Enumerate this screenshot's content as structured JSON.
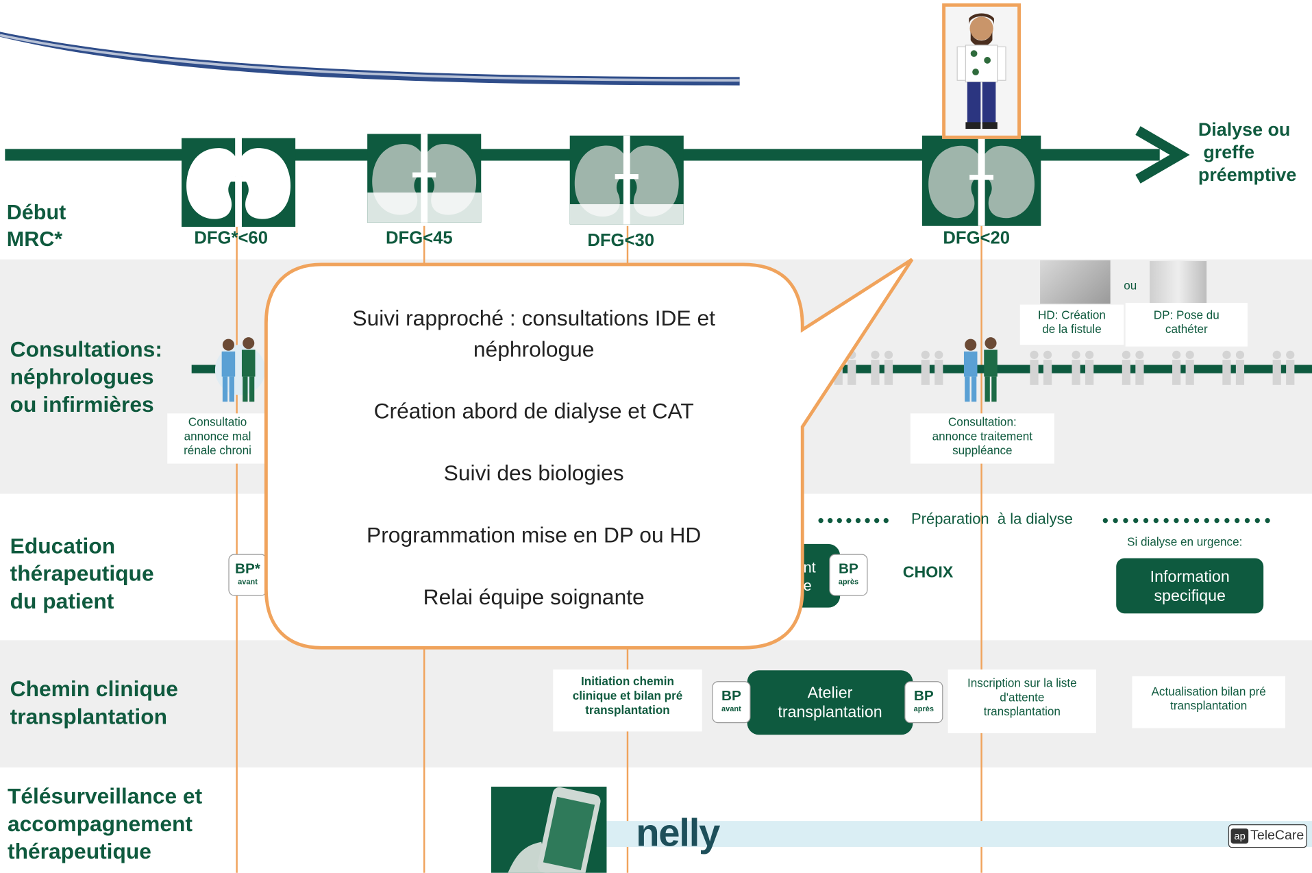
{
  "timeline": {
    "end_label": [
      "Dialyse ou",
      " greffe",
      "préemptive"
    ],
    "start_label": [
      "Début",
      "MRC*"
    ],
    "stages": [
      "DFG*<60",
      "DFG<45",
      "DFG<30",
      "DFG<20"
    ]
  },
  "rows": {
    "consultations": [
      "Consultations:",
      "néphrologues",
      "ou infirmières"
    ],
    "education": [
      "Education",
      "thérapeutique",
      "du patient"
    ],
    "chemin": [
      "Chemin clinique",
      "transplantation"
    ],
    "telesurveillance": [
      "Télésurveillance et",
      "accompagnement",
      "thérapeutique"
    ]
  },
  "consult": {
    "first": [
      "Consultatio",
      "annonce mal",
      "rénale chroni"
    ],
    "second": [
      "Consultation:",
      "annonce traitement",
      "suppléance"
    ],
    "hd": [
      "HD: Création",
      "de la fistule"
    ],
    "dp": [
      "DP: Pose du",
      "cathéter"
    ],
    "ou": "ou"
  },
  "education": {
    "preparation": "Préparation  à la dialyse",
    "bp_first": "BP*",
    "bp_first_sub": "avant",
    "atelier_partial": [
      "nt",
      "e"
    ],
    "bp_apres": "BP",
    "bp_apres_sub": "après",
    "choix": "CHOIX",
    "urgence": "Si dialyse en urgence:",
    "info": [
      "Information",
      "specifique"
    ]
  },
  "chemin": {
    "initiation": [
      "Initiation chemin",
      "clinique et bilan pré",
      "transplantation"
    ],
    "bp_avant": "BP",
    "bp_avant_sub": "avant",
    "atelier": [
      "Atelier",
      "transplantation"
    ],
    "bp_apres": "BP",
    "bp_apres_sub": "après",
    "inscription": [
      "Inscription sur la liste",
      "d'attente",
      "transplantation"
    ],
    "actualisation": [
      "Actualisation bilan pré",
      "transplantation"
    ]
  },
  "tele": {
    "nelly": "nelly",
    "telecare": "TeleCare",
    "telecare_mark": "ap"
  },
  "bubble": [
    "Suivi rapproché : consultations IDE et",
    "néphrologue",
    "",
    "Création abord de dialyse et CAT",
    "",
    "Suivi des biologies",
    "",
    "Programmation mise en DP ou HD",
    "",
    "Relai équipe soignante"
  ],
  "colors": {
    "green": "#0e5a3f",
    "orange": "#f0a35c",
    "band": "#efefef",
    "tele_bar": "#daeef4"
  }
}
